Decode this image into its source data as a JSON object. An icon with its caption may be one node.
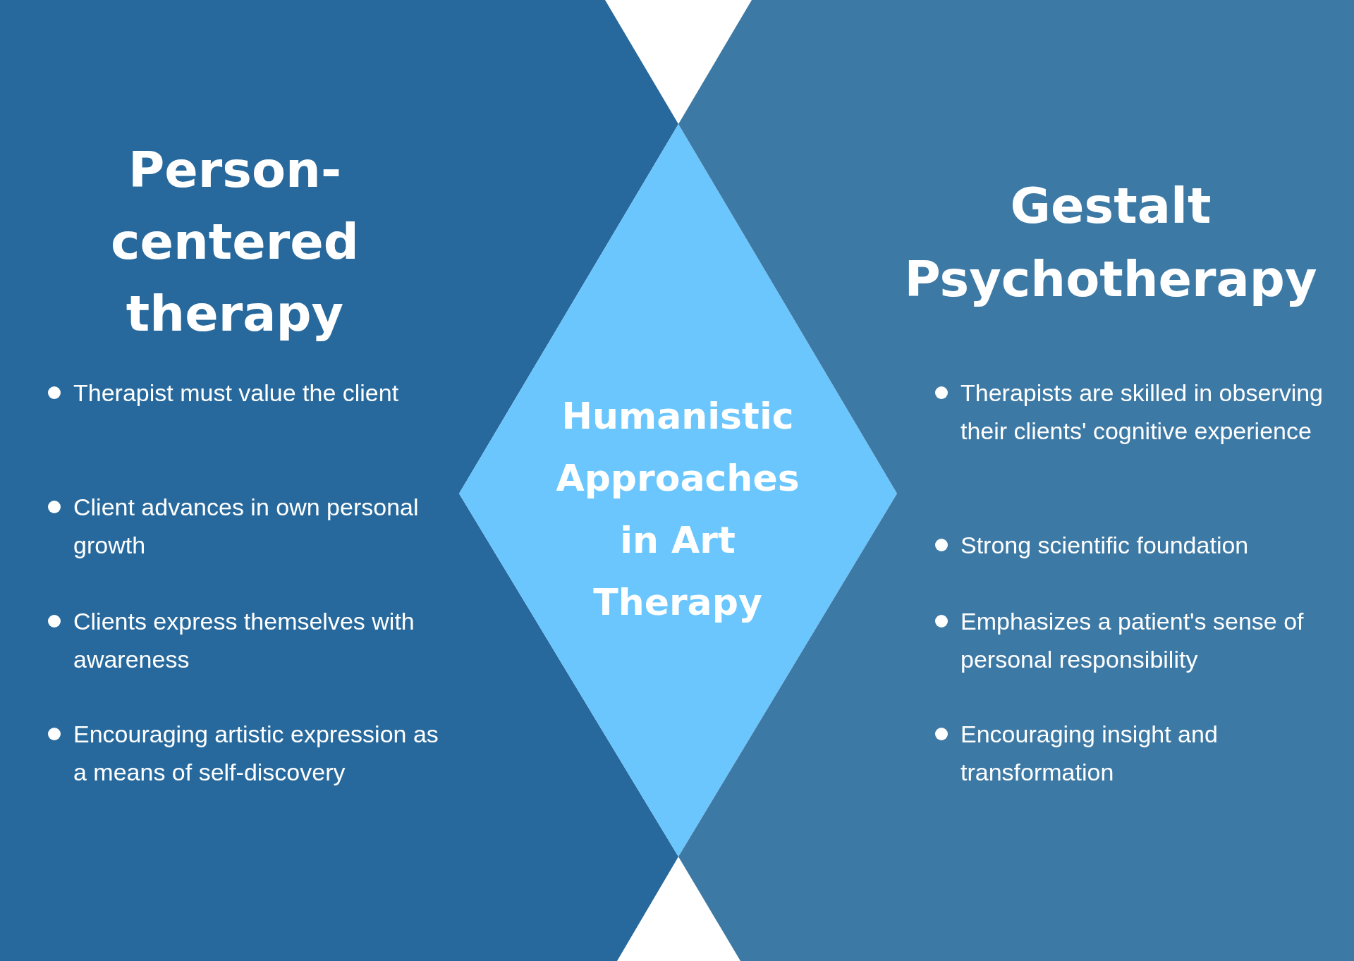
{
  "diagram": {
    "nodes": [
      {
        "text": [
          "Person-centered therapy",
          "Therapist must value the client",
          "Client advances in own personal growth",
          "Clients express themselves with awareness",
          "Encouraging artistic expression as a means of self-discovery"
        ]
      },
      {
        "text": [
          "Humanistic Approaches in Art Therapy"
        ]
      },
      {
        "text": [
          "Gestalt Psychotherapy",
          "Therapists are skilled in observing their clients' cognitive experience",
          "Strong scientific foundation",
          "Emphasizes a patient's sense of personal responsibility",
          "Encouraging insight and transformation"
        ]
      }
    ]
  }
}
